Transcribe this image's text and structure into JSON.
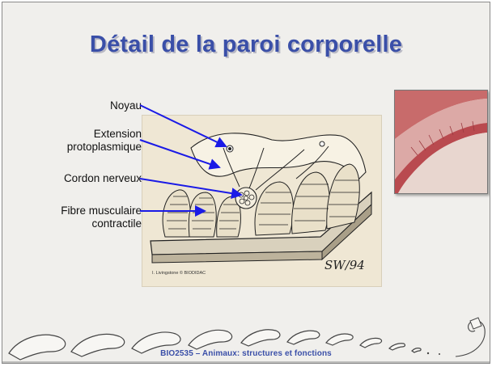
{
  "slide": {
    "title": "Détail de la paroi corporelle",
    "footer": "BIO2535 – Animaux: structures et fonctions"
  },
  "labels": {
    "noyau": "Noyau",
    "extension_line1": "Extension",
    "extension_line2": "protoplasmique",
    "cordon": "Cordon nerveux",
    "fibre_line1": "Fibre musculaire",
    "fibre_line2": "contractile"
  },
  "diagram": {
    "credit": "I. Livingstone © BIODIDAC",
    "signature": "SW/94"
  },
  "colors": {
    "title": "#3a4fa8",
    "arrows": "#1a1ae6",
    "background": "#f0efec"
  }
}
